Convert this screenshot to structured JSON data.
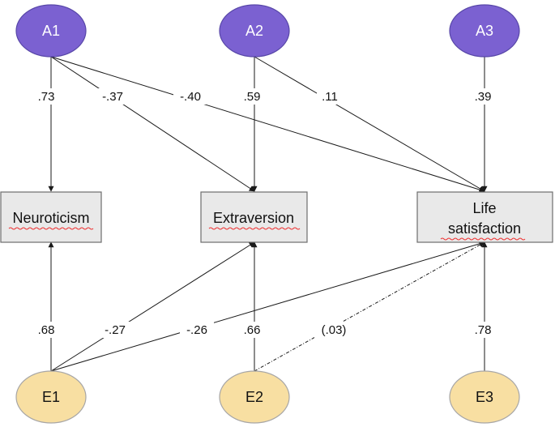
{
  "latent_a": [
    {
      "id": "A1",
      "label": "A1",
      "color": "#7b61d1"
    },
    {
      "id": "A2",
      "label": "A2",
      "color": "#7b61d1"
    },
    {
      "id": "A3",
      "label": "A3",
      "color": "#7b61d1"
    }
  ],
  "latent_e": [
    {
      "id": "E1",
      "label": "E1",
      "color": "#f8dfa2"
    },
    {
      "id": "E2",
      "label": "E2",
      "color": "#f8dfa2"
    },
    {
      "id": "E3",
      "label": "E3",
      "color": "#f8dfa2"
    }
  ],
  "observed": [
    {
      "id": "neuroticism",
      "label": "Neuroticism"
    },
    {
      "id": "extraversion",
      "label": "Extraversion"
    },
    {
      "id": "life_satisfaction",
      "label_line1": "Life",
      "label_line2": "satisfaction"
    }
  ],
  "paths": {
    "a1_neuroticism": ".73",
    "a1_extraversion": "-.37",
    "a1_life_satisfaction": "-.40",
    "a2_extraversion": ".59",
    "a2_life_satisfaction": ".11",
    "a3_life_satisfaction": ".39",
    "e1_neuroticism": ".68",
    "e1_extraversion": "-.27",
    "e1_life_satisfaction": "-.26",
    "e2_extraversion": ".66",
    "e2_life_satisfaction": "(.03)",
    "e3_life_satisfaction": ".78"
  }
}
